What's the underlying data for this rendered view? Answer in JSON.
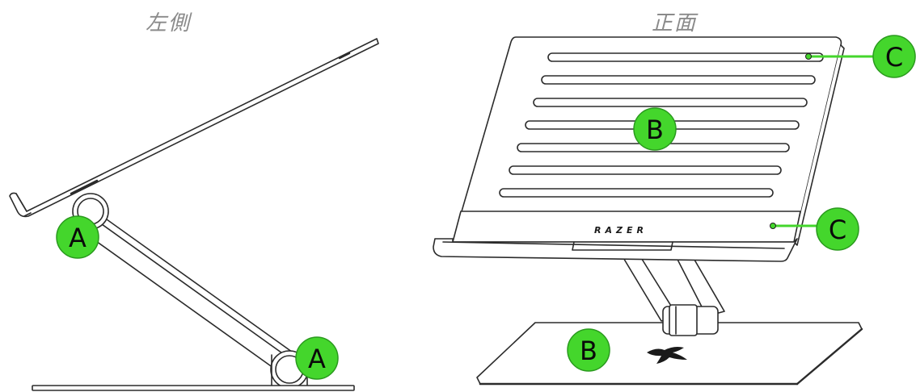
{
  "views": {
    "left_title": "左側",
    "front_title": "正面"
  },
  "brand": {
    "logo_text": "RAZER"
  },
  "callouts": {
    "hinge_label": "A",
    "surface_label": "B",
    "pad_label": "C"
  },
  "colors": {
    "callout_fill": "#44d62c",
    "callout_stroke": "#2a9a1e",
    "callout_text": "#0a0a0a",
    "line_art": "#2b2b2b",
    "title_gray": "#8a8a8a"
  }
}
